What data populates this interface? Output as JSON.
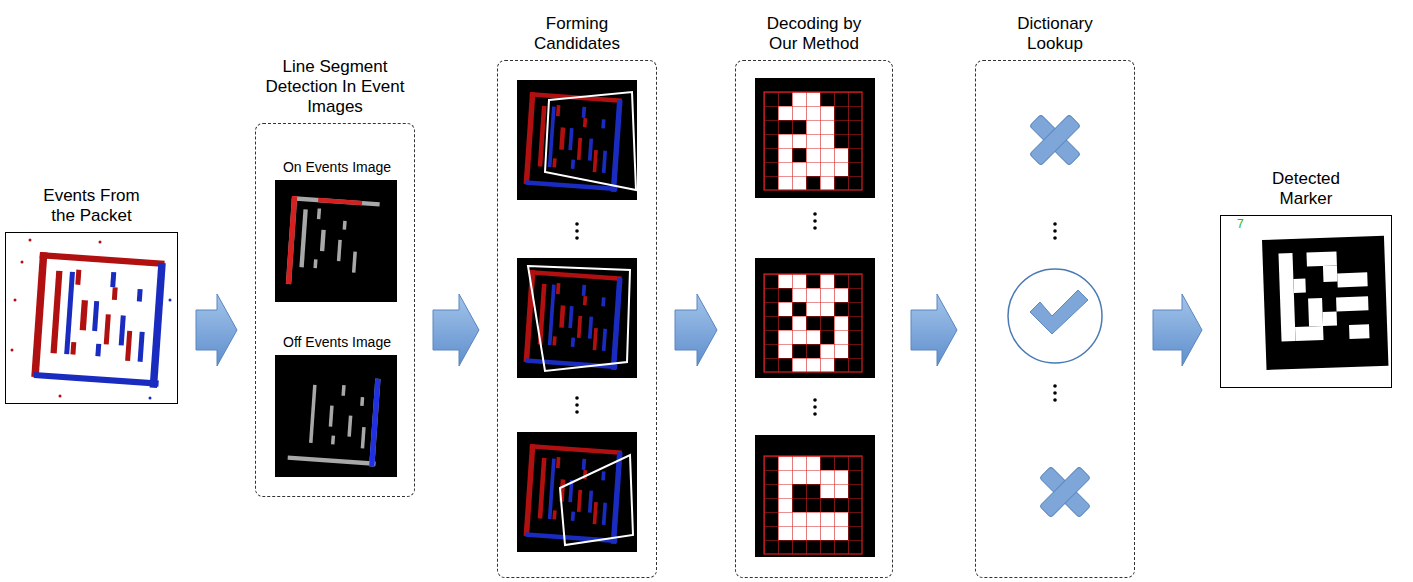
{
  "diagram": {
    "nodes": [
      {
        "text": [
          "Events From the Packet"
        ]
      },
      {
        "text": [
          "Line Segment Detection In Event Images"
        ]
      },
      {
        "text": [
          "On Events Image"
        ],
        "in": 1
      },
      {
        "text": [
          "Off Events Image"
        ],
        "in": 1
      },
      {
        "text": [
          "Forming Candidates"
        ]
      },
      {
        "text": [
          "Decoding by Our Method"
        ]
      },
      {
        "text": [
          "Dictionary Lookup"
        ]
      },
      {
        "text": [
          "Detected Marker"
        ]
      }
    ],
    "edges": [
      {
        "from": 0,
        "to": 1,
        "arrow": "to"
      },
      {
        "from": 1,
        "to": 4,
        "arrow": "to"
      },
      {
        "from": 4,
        "to": 5,
        "arrow": "to"
      },
      {
        "from": 5,
        "to": 6,
        "arrow": "to"
      },
      {
        "from": 6,
        "to": 7,
        "arrow": "to"
      }
    ],
    "labels": [
      "7"
    ]
  }
}
